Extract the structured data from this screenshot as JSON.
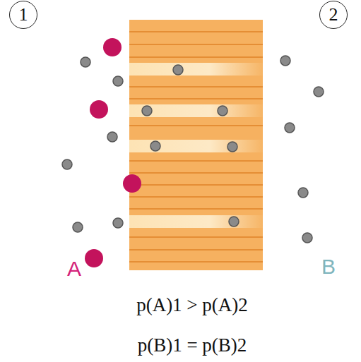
{
  "diagram": {
    "nodes": [
      {
        "text": [
          "1"
        ]
      },
      {
        "text": [
          "2"
        ]
      }
    ],
    "labels": [
      "A",
      "B",
      "p(A)1 > p(A)2",
      "p(B)1 = p(B)2"
    ]
  }
}
